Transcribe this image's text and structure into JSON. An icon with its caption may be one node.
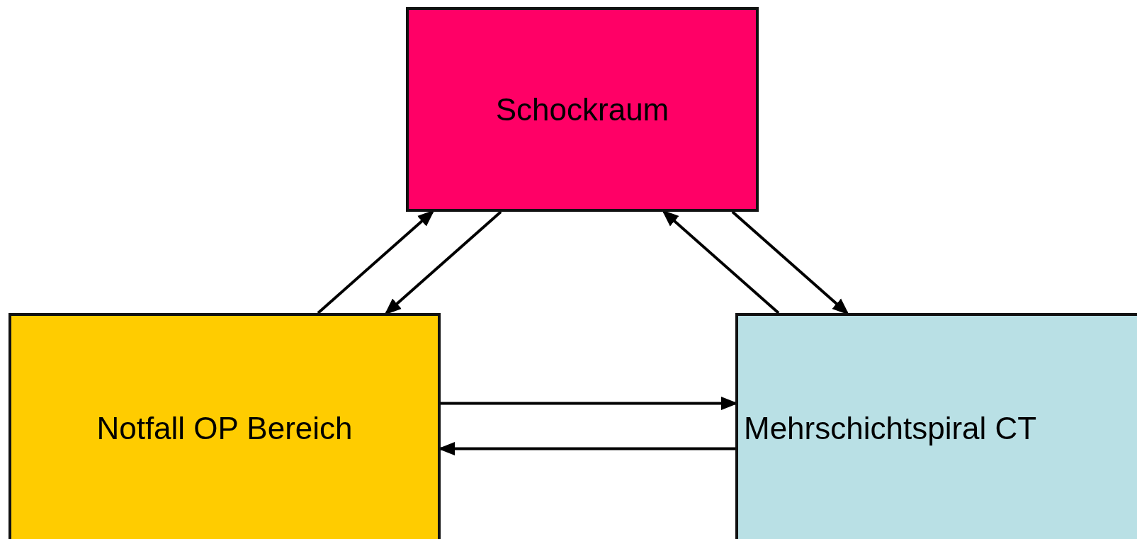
{
  "diagram": {
    "nodes": [
      {
        "text": [
          "Schockraum"
        ]
      },
      {
        "text": [
          "Notfall OP Bereich"
        ]
      },
      {
        "text": [
          "Mehrschichtspiral CT"
        ]
      }
    ],
    "edges": [
      {
        "from": 1,
        "to": 0,
        "arrow": "to"
      },
      {
        "from": 0,
        "to": 1,
        "arrow": "to"
      },
      {
        "from": 0,
        "to": 2,
        "arrow": "to"
      },
      {
        "from": 2,
        "to": 0,
        "arrow": "to"
      },
      {
        "from": 1,
        "to": 2,
        "arrow": "to"
      },
      {
        "from": 2,
        "to": 1,
        "arrow": "to"
      }
    ]
  }
}
